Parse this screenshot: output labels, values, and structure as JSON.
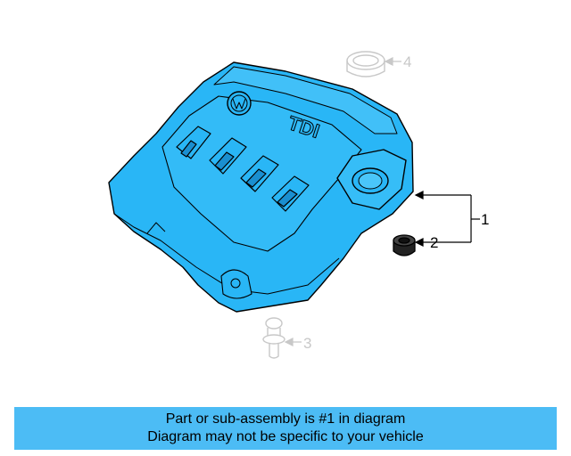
{
  "callouts": {
    "one": "1",
    "two": "2",
    "three": "3",
    "four": "4"
  },
  "logo_text": "TDI",
  "banner": {
    "line1": "Part or sub-assembly is #1 in diagram",
    "line2": "Diagram may not be specific to your vehicle"
  },
  "colors": {
    "highlight": "#29b6f6",
    "banner": "#4cbcf5",
    "outline": "#000000",
    "ghost": "#c8c8c8"
  }
}
